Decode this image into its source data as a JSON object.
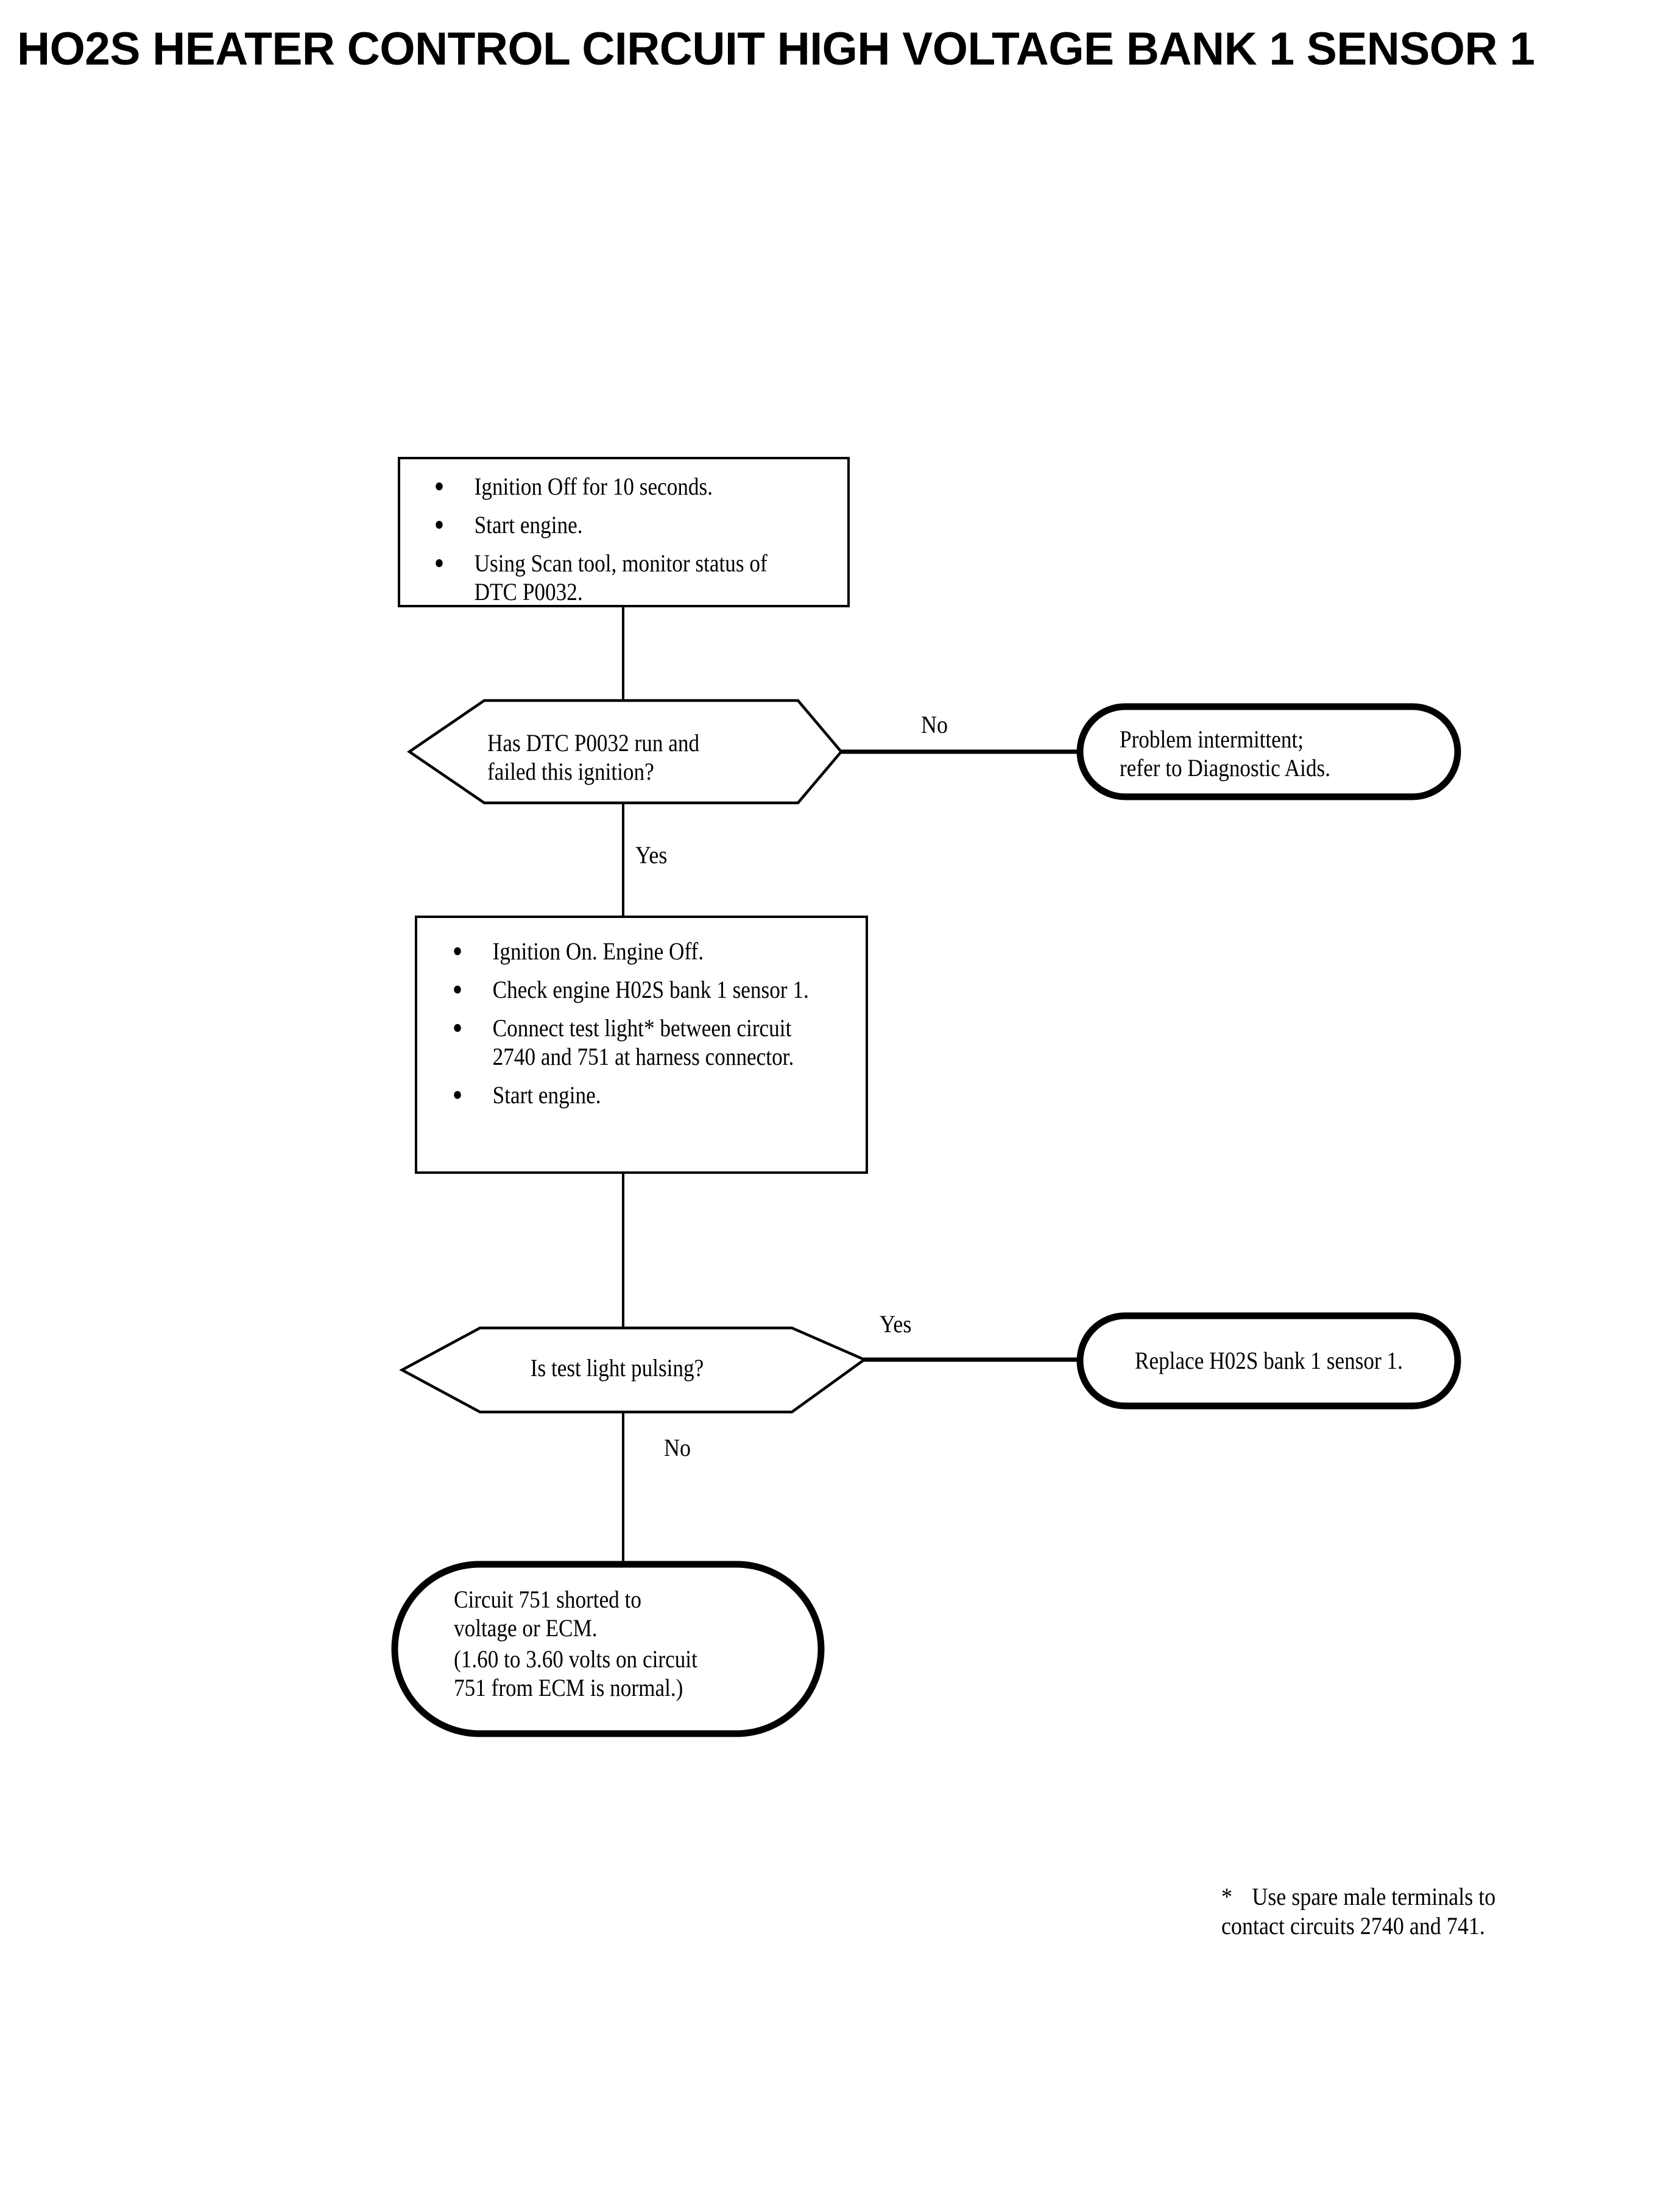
{
  "title": "HO2S HEATER CONTROL CIRCUIT HIGH VOLTAGE BANK 1 SENSOR 1",
  "colors": {
    "ink": "#000000",
    "paper": "#ffffff"
  },
  "flowchart": {
    "type": "diagnostic-flowchart",
    "nodes": [
      {
        "id": "step1",
        "shape": "process-box",
        "bullets": [
          "Ignition Off for 10 seconds.",
          "Start engine.",
          "Using Scan tool, monitor\nstatus of DTC P0032."
        ]
      },
      {
        "id": "decision1",
        "shape": "hexagon-decision",
        "line1": "Has DTC P0032 run and",
        "line2": "failed this ignition?"
      },
      {
        "id": "result1",
        "shape": "terminal-stadium",
        "line1": "Problem intermittent;",
        "line2": "refer to Diagnostic Aids."
      },
      {
        "id": "step2",
        "shape": "process-box",
        "bullets": [
          "Ignition On. Engine Off.",
          "Check engine H02S bank 1\nsensor 1.",
          "Connect test light* between\ncircuit 2740 and 751 at harness\nconnector.",
          "Start engine."
        ]
      },
      {
        "id": "decision2",
        "shape": "hexagon-decision",
        "line1": "Is test light pulsing?",
        "line2": ""
      },
      {
        "id": "result2",
        "shape": "terminal-stadium",
        "line1": "Replace H02S bank 1 sensor 1.",
        "line2": ""
      },
      {
        "id": "result3",
        "shape": "terminal-stadium",
        "line1": "Circuit 751 shorted to",
        "line2": "voltage or ECM.",
        "line3": "(1.60 to 3.60 volts on circuit",
        "line4": "751 from ECM is normal.)"
      }
    ],
    "branch_labels": {
      "decision1_no": "No",
      "decision1_yes": "Yes",
      "decision2_yes": "Yes",
      "decision2_no": "No"
    }
  },
  "footnote": {
    "marker": "*",
    "line1": "Use spare male terminals to",
    "line2": "contact circuits 2740 and 741."
  }
}
